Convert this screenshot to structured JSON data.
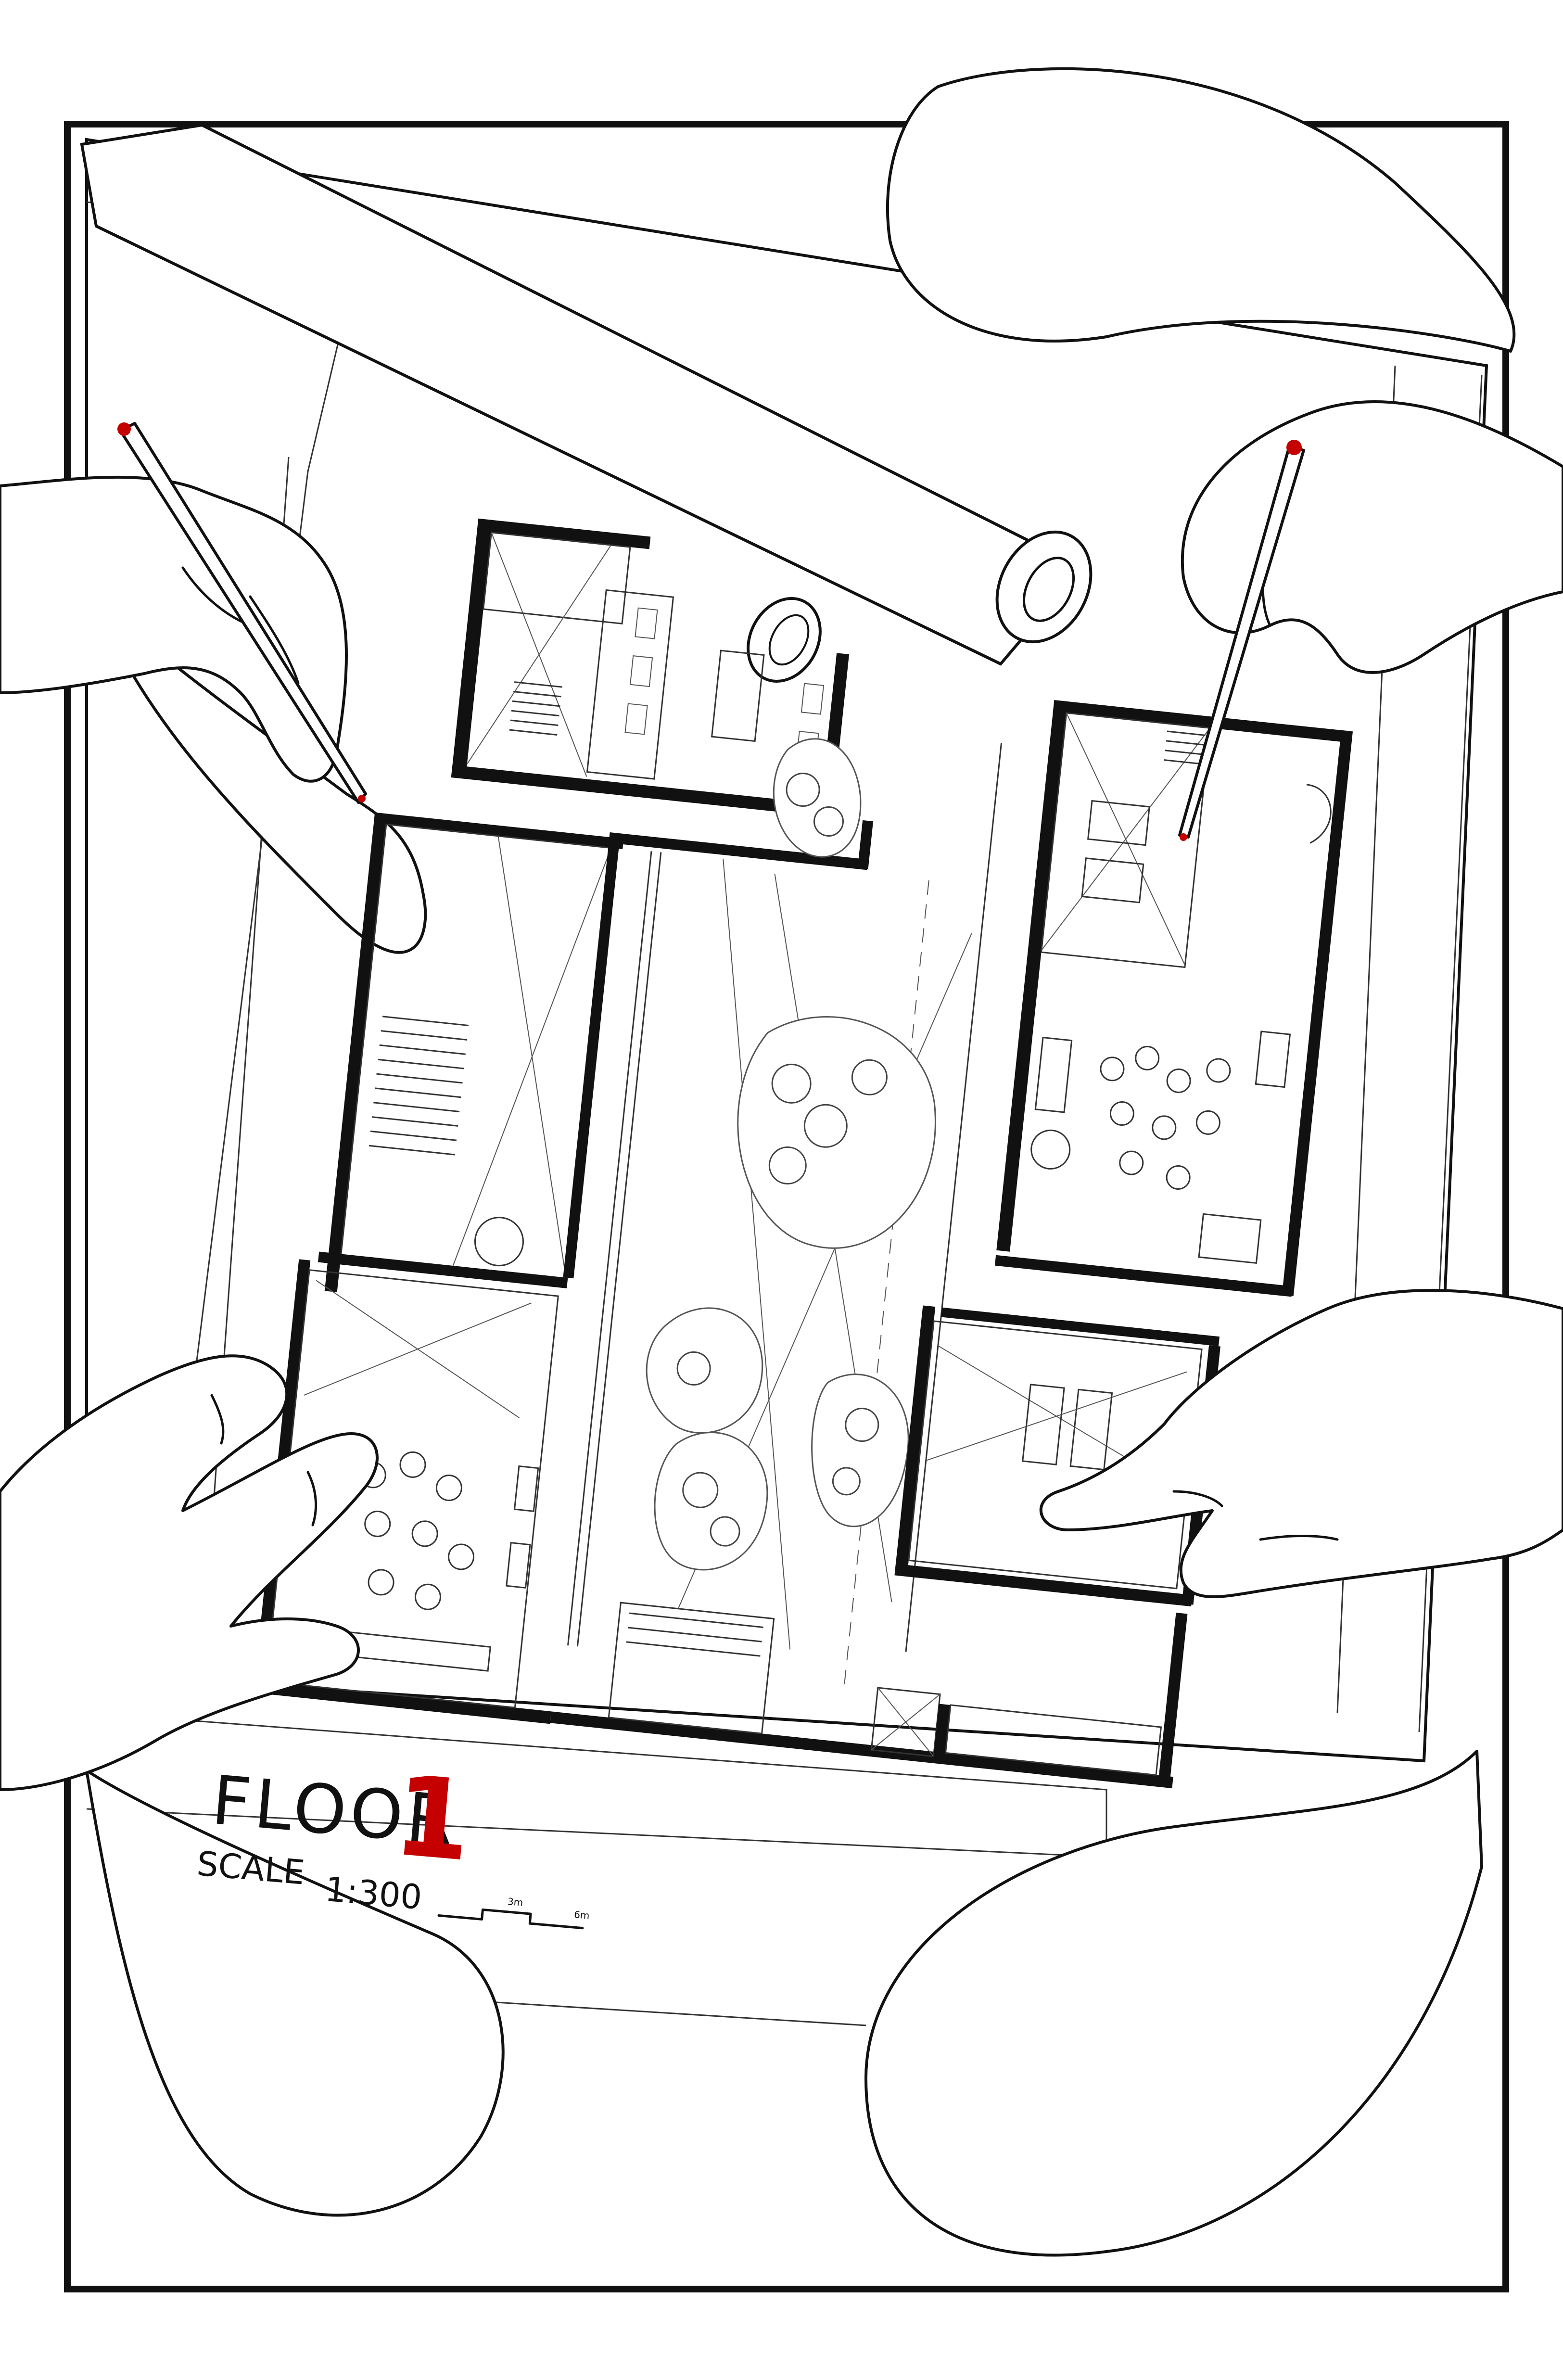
{
  "drawing": {
    "floor_label": "FLOOR",
    "floor_number": "1",
    "scale_label": "SCALE",
    "scale_value": "1:300",
    "scale_bar_marks": [
      "3m",
      "6m"
    ]
  },
  "colors": {
    "ink": "#111111",
    "accent_red": "#c40000",
    "paper": "#ffffff"
  },
  "icons": [
    "pencil-icon",
    "pencil-icon"
  ]
}
